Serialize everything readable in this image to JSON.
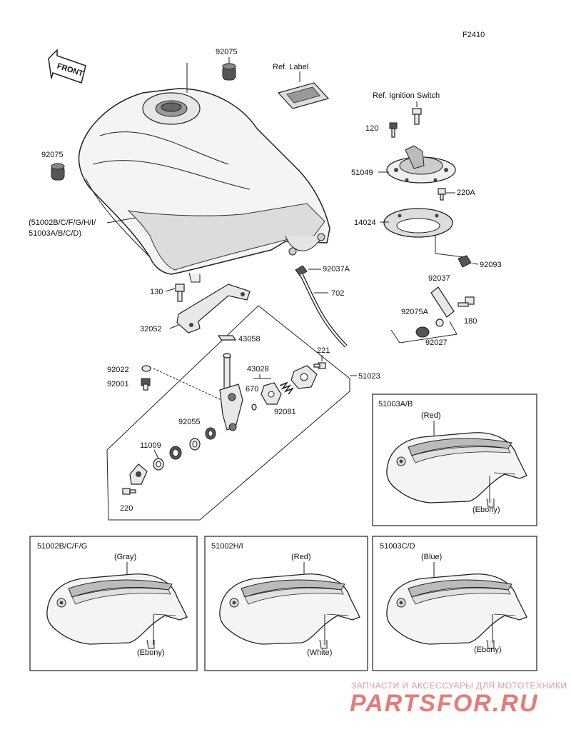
{
  "figure_code": "F2410",
  "front_label": "FRONT",
  "labels": {
    "p92075_top": "92075",
    "ref_label": "Ref. Label",
    "ref_ignition": "Ref. Ignition Switch",
    "p120": "120",
    "p51049": "51049",
    "p220A": "220A",
    "p14024": "14024",
    "p92093": "92093",
    "p92075_left": "92075",
    "tank_code_1": "(51002B/C/F/G/H/I/",
    "tank_code_2": "51003A/B/C/D)",
    "p92037A": "92037A",
    "p702": "702",
    "p92037": "92037",
    "p130": "130",
    "p180": "180",
    "p92075A": "92075A",
    "p92027": "92027",
    "p32052": "32052",
    "p43058": "43058",
    "p221": "221",
    "p51023": "51023",
    "p43028": "43028",
    "p92022": "92022",
    "p92001": "92001",
    "p670": "670",
    "p92081": "92081",
    "p92055": "92055",
    "p11009": "11009",
    "p220": "220"
  },
  "variants": [
    {
      "code": "51003A/B",
      "top_color": "(Red)",
      "bottom_color": "(Ebony)"
    },
    {
      "code": "51002B/C/F/G",
      "top_color": "(Gray)",
      "bottom_color": "(Ebony)"
    },
    {
      "code": "51002H/I",
      "top_color": "(Red)",
      "bottom_color": "(White)"
    },
    {
      "code": "51003C/D",
      "top_color": "(Blue)",
      "bottom_color": "(Ebony)"
    }
  ],
  "watermark": {
    "line1": "ЗАПЧАСТИ И АКСЕССУАРЫ ДЛЯ МОТОТЕХНИКИ",
    "line2": "PARTSFOR.RU"
  }
}
